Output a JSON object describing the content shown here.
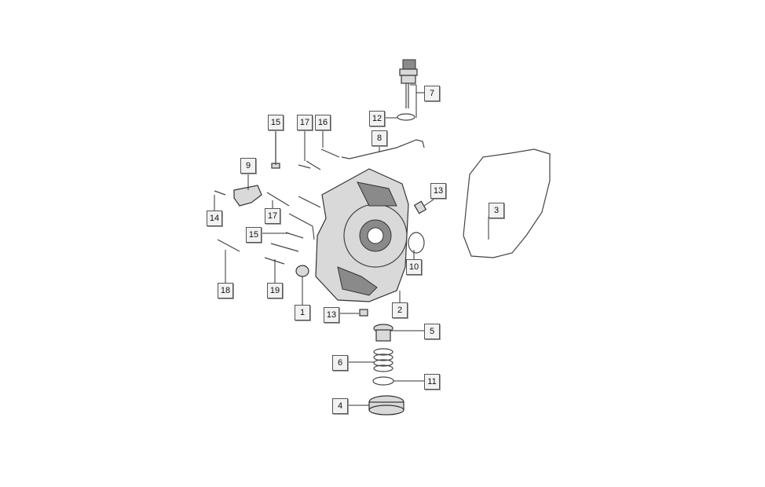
{
  "callouts": [
    {
      "id": "c7",
      "label": "7"
    },
    {
      "id": "c12",
      "label": "12"
    },
    {
      "id": "c15a",
      "label": "15"
    },
    {
      "id": "c17a",
      "label": "17"
    },
    {
      "id": "c16",
      "label": "16"
    },
    {
      "id": "c8",
      "label": "8"
    },
    {
      "id": "c9",
      "label": "9"
    },
    {
      "id": "c13a",
      "label": "13"
    },
    {
      "id": "c3",
      "label": "3"
    },
    {
      "id": "c14",
      "label": "14"
    },
    {
      "id": "c17b",
      "label": "17"
    },
    {
      "id": "c15b",
      "label": "15"
    },
    {
      "id": "c10",
      "label": "10"
    },
    {
      "id": "c18",
      "label": "18"
    },
    {
      "id": "c19",
      "label": "19"
    },
    {
      "id": "c1",
      "label": "1"
    },
    {
      "id": "c2",
      "label": "2"
    },
    {
      "id": "c13b",
      "label": "13"
    },
    {
      "id": "c5",
      "label": "5"
    },
    {
      "id": "c6",
      "label": "6"
    },
    {
      "id": "c11",
      "label": "11"
    },
    {
      "id": "c4",
      "label": "4"
    }
  ]
}
